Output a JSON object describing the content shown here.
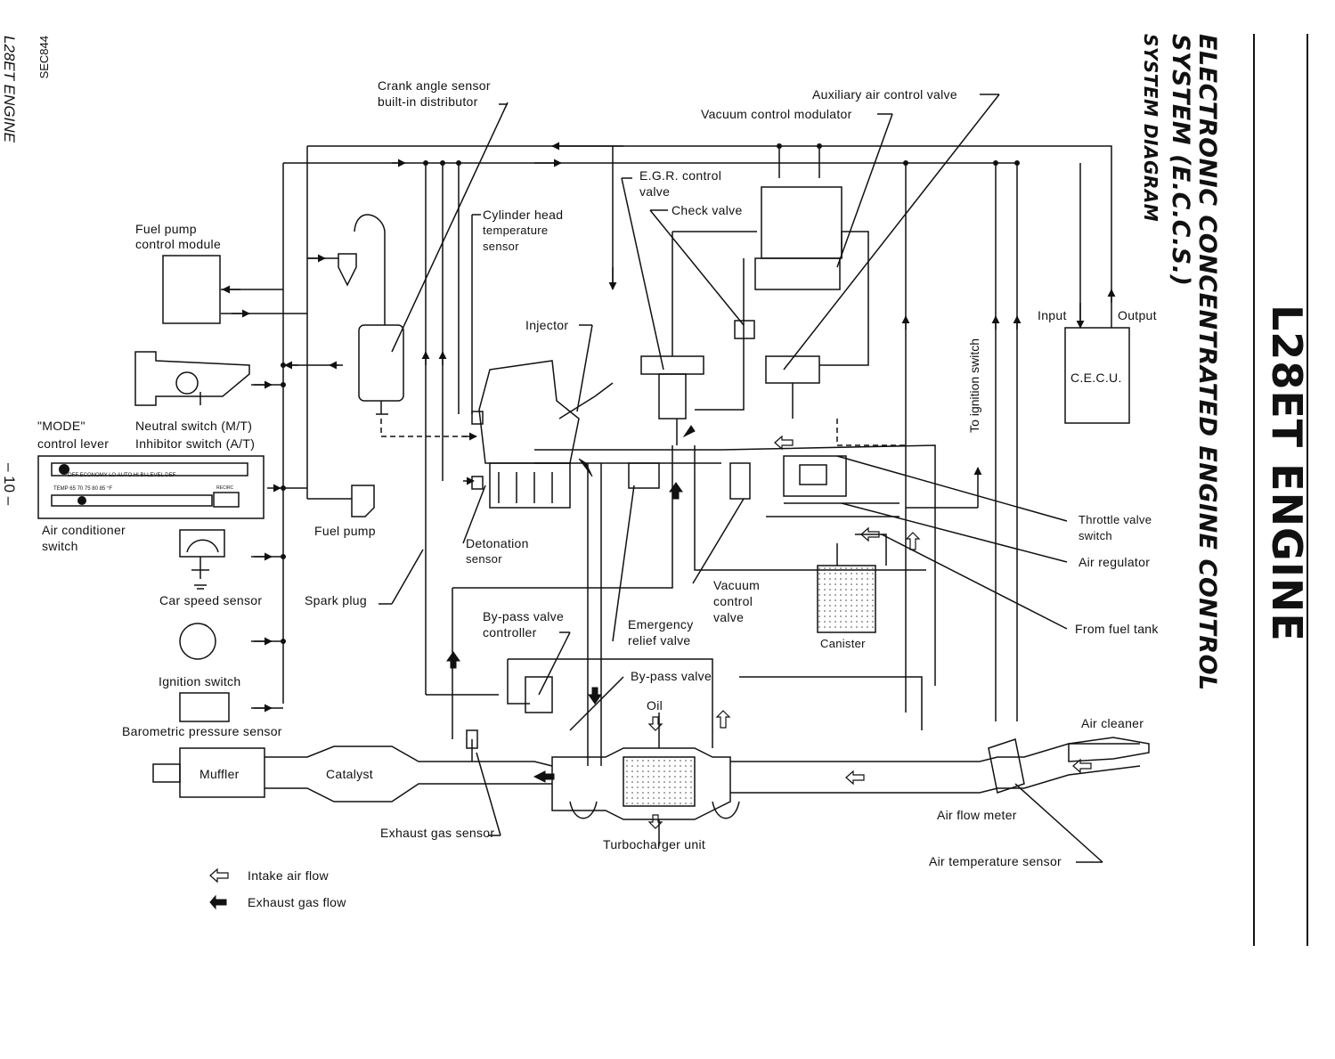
{
  "side_labels": {
    "code": "SEC844",
    "engine_ref": "L28ET ENGINE",
    "page": "– 10 –"
  },
  "title": {
    "main": "L28ET ENGINE",
    "line1": "ELECTRONIC CONCENTRATED ENGINE CONTROL",
    "line2": "SYSTEM (E.C.C.S.)",
    "sub": "SYSTEM DIAGRAM"
  },
  "labels": {
    "crank_angle": [
      "Crank angle sensor",
      "built-in distributor"
    ],
    "aux_air_valve": "Auxiliary air control valve",
    "vacuum_modulator": "Vacuum control modulator",
    "egr_control": [
      "E.G.R. control",
      "valve"
    ],
    "check_valve": "Check valve",
    "cyl_head_temp": [
      "Cylinder head",
      "temperature",
      "sensor"
    ],
    "fuel_pump_module": [
      "Fuel pump",
      "control module"
    ],
    "injector": "Injector",
    "mode_lever": [
      "\"MODE\"",
      "control lever"
    ],
    "neutral_switch": [
      "Neutral switch (M/T)",
      "Inhibitor switch (A/T)"
    ],
    "ac_switch": [
      "Air conditioner",
      "switch"
    ],
    "fuel_pump": "Fuel pump",
    "detonation": [
      "Detonation",
      "sensor"
    ],
    "car_speed": "Car speed sensor",
    "spark_plug": "Spark plug",
    "vacuum_ctrl_valve": [
      "Vacuum",
      "control",
      "valve"
    ],
    "bypass_controller": [
      "By-pass valve",
      "controller"
    ],
    "emergency_relief": [
      "Emergency",
      "relief valve"
    ],
    "canister": "Canister",
    "ignition_switch": "Ignition switch",
    "bypass_valve": "By-pass valve",
    "oil": "Oil",
    "baro_sensor": "Barometric pressure sensor",
    "muffler": "Muffler",
    "catalyst": "Catalyst",
    "exhaust_gas_sensor": "Exhaust gas sensor",
    "turbo": "Turbocharger unit",
    "air_cleaner": "Air cleaner",
    "air_flow_meter": "Air flow meter",
    "air_temp_sensor": "Air temperature sensor",
    "to_ignition": "To ignition switch",
    "input": "Input",
    "output": "Output",
    "cecu": "C.E.C.U.",
    "throttle_switch": [
      "Throttle valve",
      "switch"
    ],
    "air_regulator": "Air regulator",
    "from_fuel_tank": "From fuel tank"
  },
  "legend": {
    "intake": "Intake air flow",
    "exhaust": "Exhaust gas flow"
  },
  "panel": {
    "modes": "OFF ECONOMY LO AUTO HI BI-LEVEL DEF",
    "temps": "TEMP 65 70 75 80 85 °F",
    "recirc": "RECIRC"
  }
}
